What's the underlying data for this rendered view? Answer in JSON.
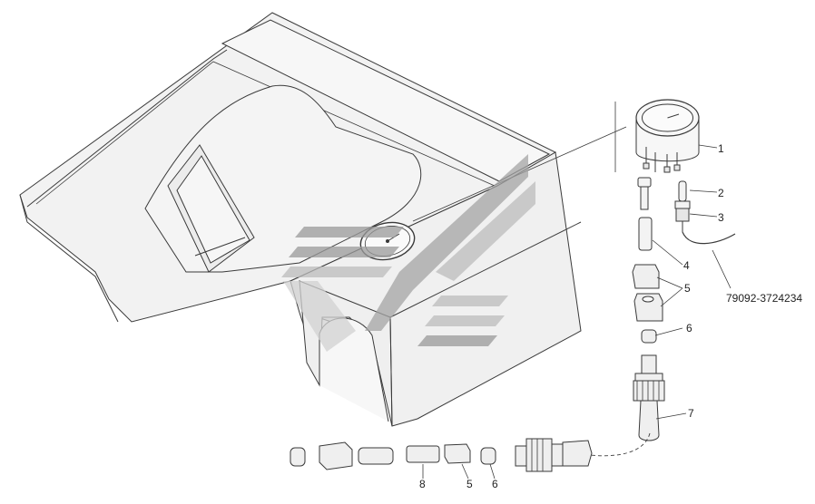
{
  "diagram": {
    "callouts": [
      {
        "id": "c1",
        "text": "1"
      },
      {
        "id": "c2",
        "text": "2"
      },
      {
        "id": "c3",
        "text": "3"
      },
      {
        "id": "c4",
        "text": "4"
      },
      {
        "id": "c5",
        "text": "5"
      },
      {
        "id": "c6",
        "text": "6"
      },
      {
        "id": "c7",
        "text": "7"
      },
      {
        "id": "c8b",
        "text": "8"
      },
      {
        "id": "c5b",
        "text": "5"
      },
      {
        "id": "c6b",
        "text": "6"
      }
    ],
    "wire_reference": "79092-3724234"
  },
  "colors": {
    "line": "#3a3a3a",
    "fill": "#f2f2f2",
    "watermark_dark": "#8c8c8c",
    "watermark_light": "#c8c8c8"
  }
}
